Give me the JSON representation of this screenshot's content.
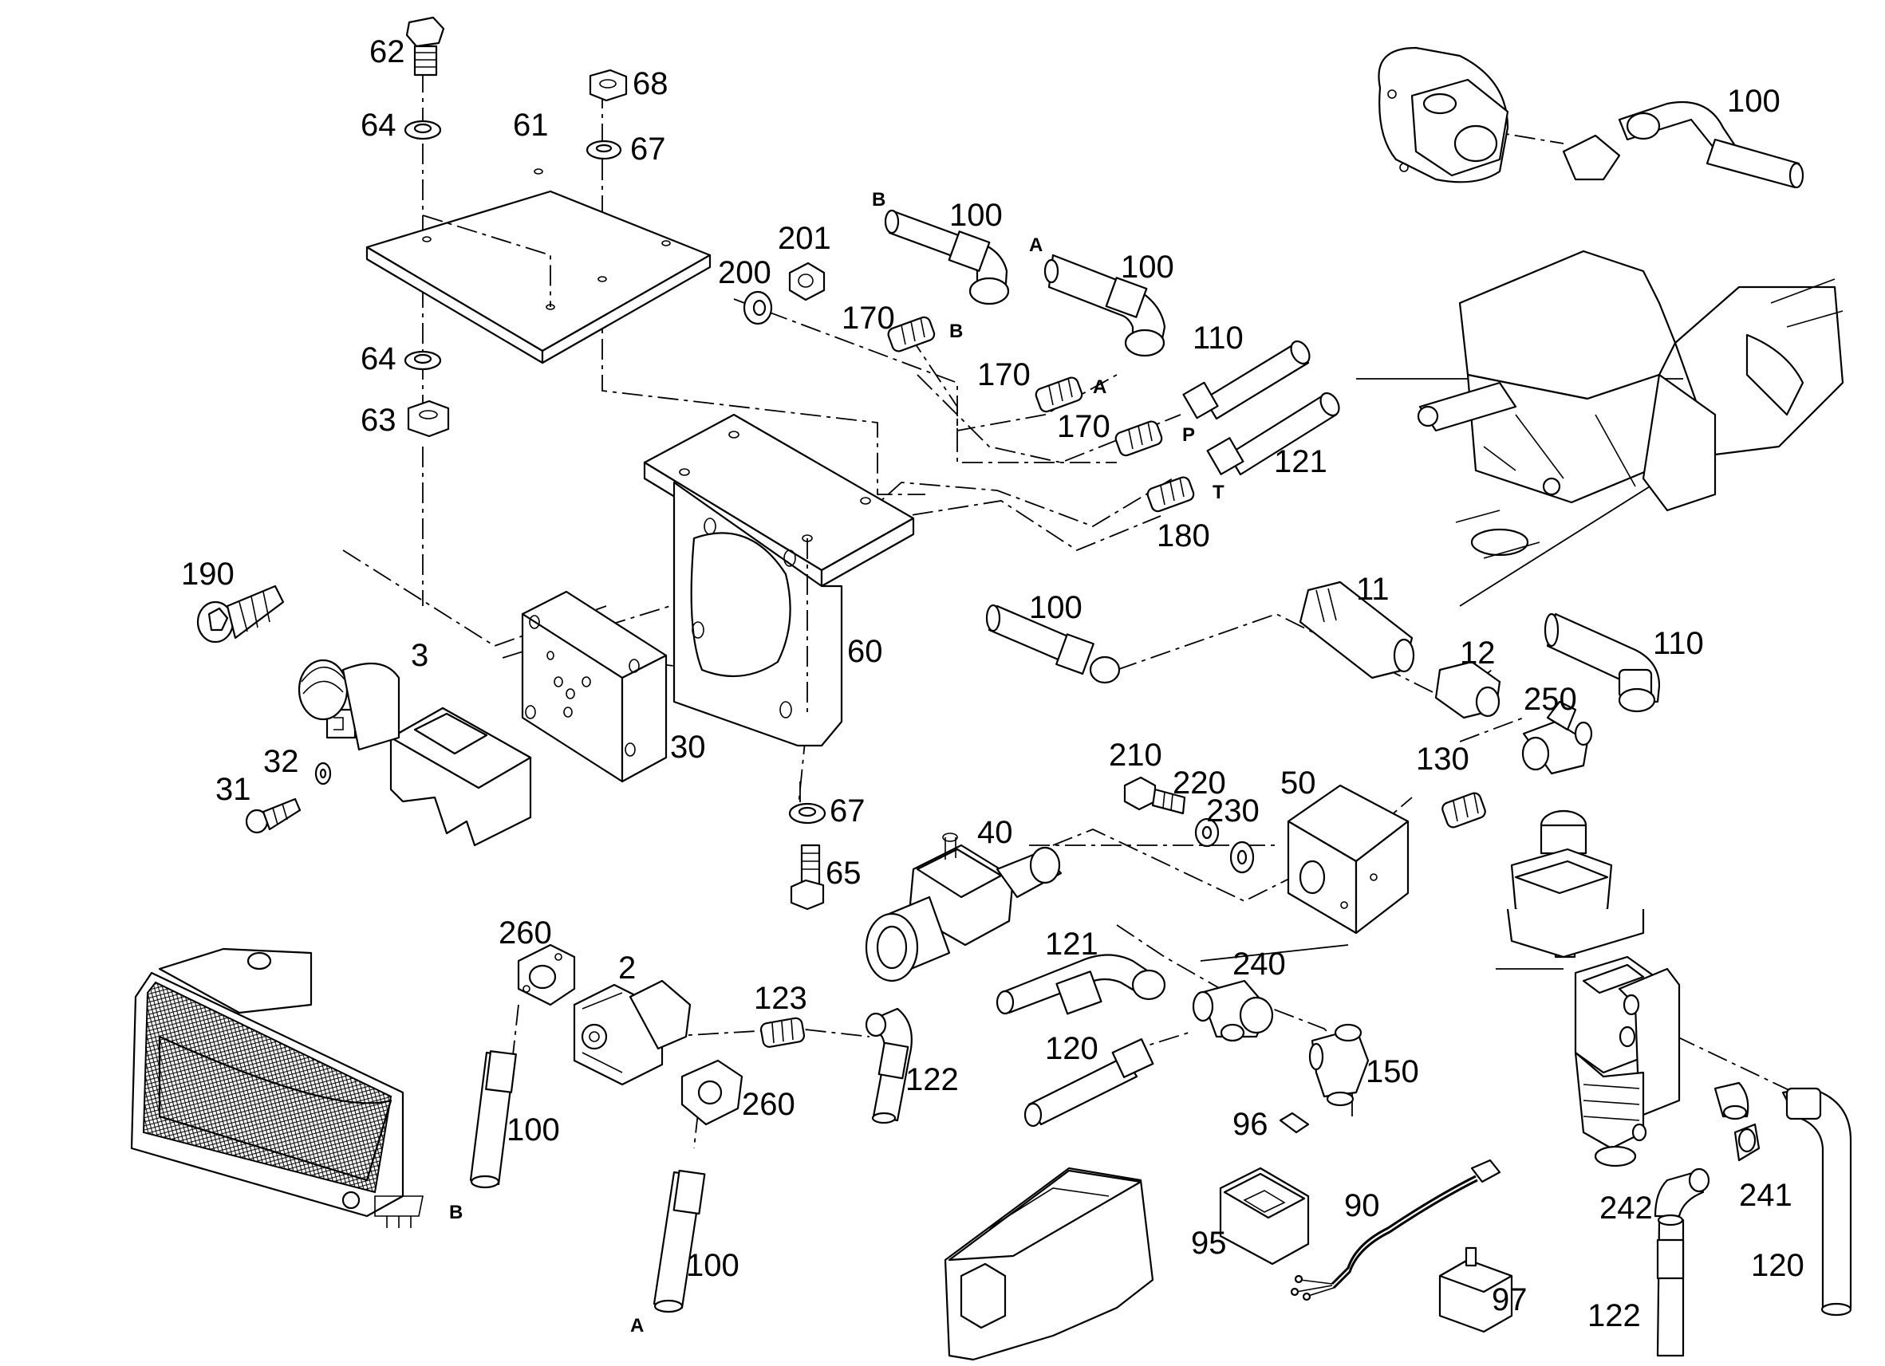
{
  "callouts": {
    "c62": "62",
    "c64a": "64",
    "c61": "61",
    "c68": "68",
    "c67a": "67",
    "c64b": "64",
    "c63": "63",
    "c200": "200",
    "c201": "201",
    "c100a": "100",
    "c170a": "170",
    "c100b": "100",
    "c170b": "170",
    "c110a": "110",
    "c170c": "170",
    "c121a": "121",
    "c180": "180",
    "c100c": "100",
    "c190": "190",
    "c3": "3",
    "c60": "60",
    "c30": "30",
    "c32": "32",
    "c31": "31",
    "c67b": "67",
    "c65": "65",
    "c11": "11",
    "c12": "12",
    "c100d": "100",
    "c110b": "110",
    "c250": "250",
    "c210": "210",
    "c220": "220",
    "c230": "230",
    "c50": "50",
    "c130": "130",
    "c40": "40",
    "c260a": "260",
    "c2": "2",
    "c123": "123",
    "c122a": "122",
    "c260b": "260",
    "c100e": "100",
    "c100f": "100",
    "c121b": "121",
    "c240": "240",
    "c120a": "120",
    "c150": "150",
    "c96": "96",
    "c90": "90",
    "c95": "95",
    "c97": "97",
    "c242": "242",
    "c241": "241",
    "c122b": "122",
    "c120b": "120"
  },
  "port_letters": {
    "B1": "B",
    "B2": "B",
    "A1": "A",
    "A2": "A",
    "P": "P",
    "T": "T",
    "B3": "B",
    "A3": "A"
  }
}
